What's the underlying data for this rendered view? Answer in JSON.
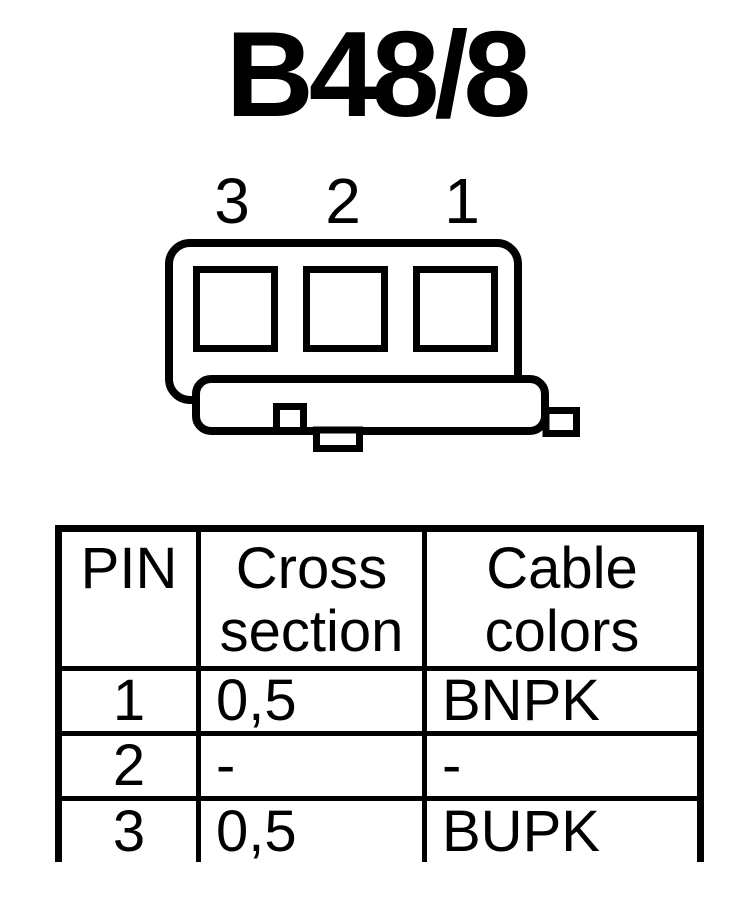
{
  "title": "B48/8",
  "colors": {
    "ink": "#000000",
    "background": "#ffffff"
  },
  "connector": {
    "pin_labels": [
      "3",
      "2",
      "1"
    ]
  },
  "table": {
    "headers": {
      "pin": "PIN",
      "cross_section": "Cross section",
      "cable_colors": "Cable colors"
    },
    "rows": [
      {
        "pin": "1",
        "cross_section": "0,5",
        "cable_colors": "BNPK"
      },
      {
        "pin": "2",
        "cross_section": "-",
        "cable_colors": "-"
      },
      {
        "pin": "3",
        "cross_section": "0,5",
        "cable_colors": "BUPK"
      }
    ]
  }
}
